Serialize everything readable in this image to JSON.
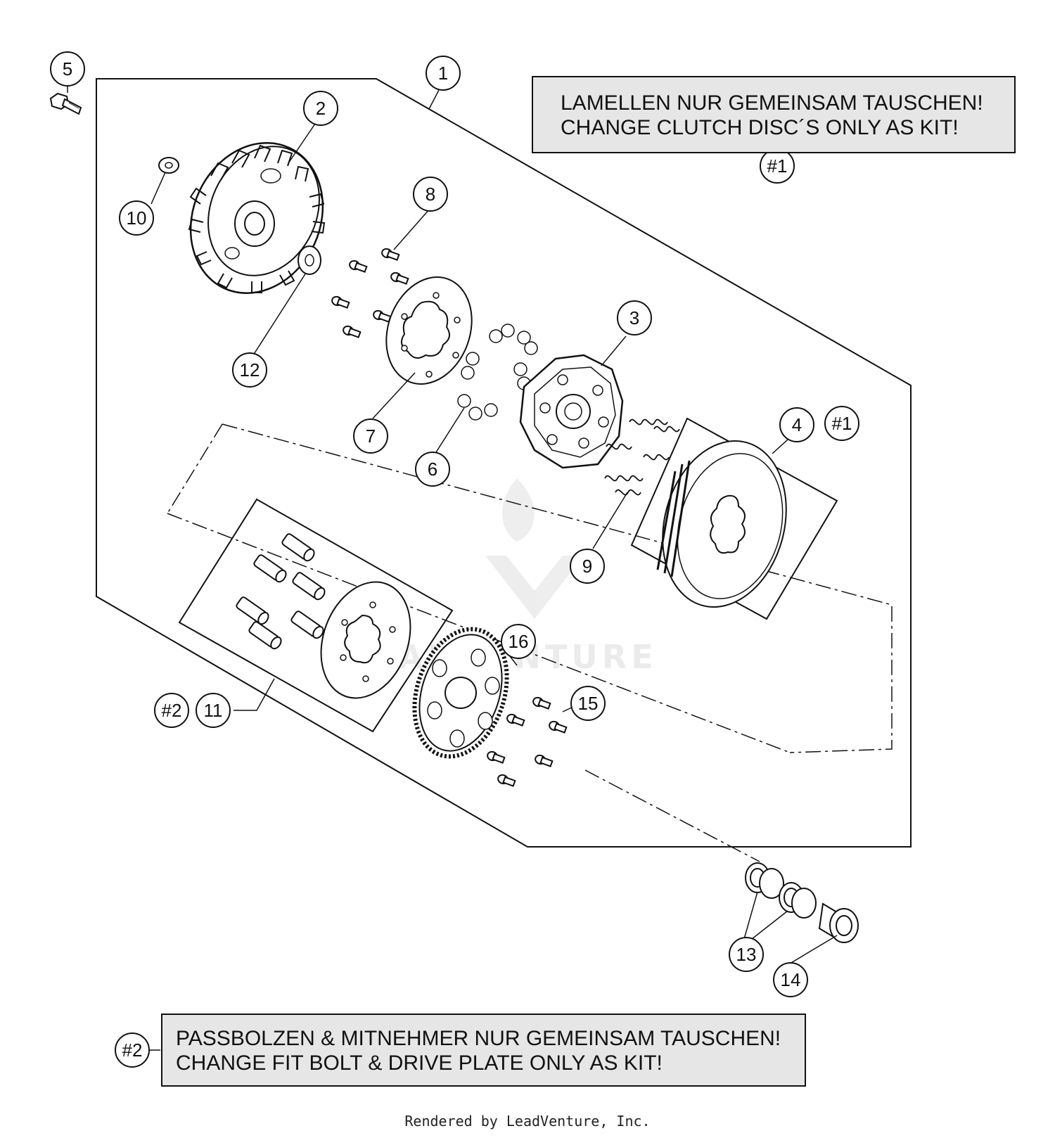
{
  "notes": {
    "kit1": {
      "ref": "#1",
      "line1": "LAMELLEN NUR GEMEINSAM TAUSCHEN!",
      "line2": "CHANGE CLUTCH DISC´S ONLY AS KIT!"
    },
    "kit2": {
      "ref": "#2",
      "line1": "PASSBOLZEN & MITNEHMER NUR GEMEINSAM TAUSCHEN!",
      "line2": "CHANGE FIT BOLT & DRIVE PLATE ONLY AS KIT!"
    }
  },
  "callouts": {
    "c1": "1",
    "c2": "2",
    "c3": "3",
    "c4": "4",
    "c4kit": "#1",
    "c5": "5",
    "c6": "6",
    "c7": "7",
    "c8": "8",
    "c9": "9",
    "c10": "10",
    "c11": "11",
    "c11kit": "#2",
    "c12": "12",
    "c13": "13",
    "c14": "14",
    "c15": "15",
    "c16": "16"
  },
  "watermark": "LEADVENTURE",
  "footer": "Rendered by LeadVenture, Inc.",
  "colors": {
    "line": "#111111",
    "note_fill": "#e6e6e6",
    "watermark": "#e9e9e9"
  }
}
